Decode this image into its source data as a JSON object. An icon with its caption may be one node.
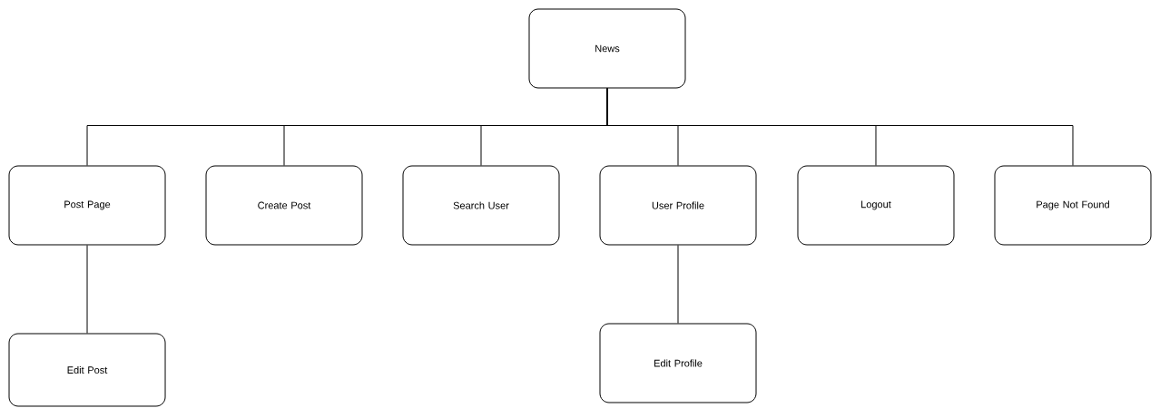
{
  "diagram": {
    "nodes": [
      {
        "text": [
          "News"
        ]
      },
      {
        "text": [
          "Post Page"
        ]
      },
      {
        "text": [
          "Create Post"
        ]
      },
      {
        "text": [
          "Search User"
        ]
      },
      {
        "text": [
          "User Profile"
        ]
      },
      {
        "text": [
          "Logout"
        ]
      },
      {
        "text": [
          "Page Not Found"
        ]
      },
      {
        "text": [
          "Edit Post"
        ]
      },
      {
        "text": [
          "Edit Profile"
        ]
      }
    ],
    "edges": [
      {
        "from": 0,
        "to": 1,
        "arrow": "none"
      },
      {
        "from": 0,
        "to": 2,
        "arrow": "none"
      },
      {
        "from": 0,
        "to": 3,
        "arrow": "none"
      },
      {
        "from": 0,
        "to": 4,
        "arrow": "none"
      },
      {
        "from": 0,
        "to": 5,
        "arrow": "none"
      },
      {
        "from": 0,
        "to": 6,
        "arrow": "none"
      },
      {
        "from": 1,
        "to": 7,
        "arrow": "none"
      },
      {
        "from": 4,
        "to": 8,
        "arrow": "none"
      }
    ]
  }
}
